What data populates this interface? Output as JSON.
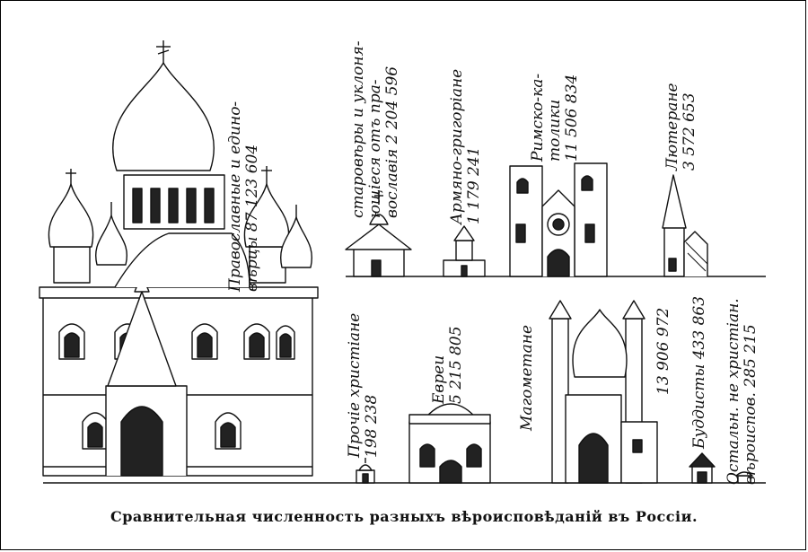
{
  "chart_data": {
    "type": "pictogram",
    "title": "Сравнительная численность разныхъ вѣроисповѣданій въ Россіи.",
    "unit": "persons",
    "series": [
      {
        "name": "Православные и единовѣрцы",
        "label": "Православные и едино-\nвѣрцы 87 123 604",
        "value": 87123604,
        "icon": "orthodox-cathedral"
      },
      {
        "name": "Старовѣры и уклоняющіеся отъ православія",
        "label": "старовѣры и уклоня-\nющіеся отъ пра-\nвославія 2 204 596",
        "value": 2204596,
        "icon": "old-believer-chapel"
      },
      {
        "name": "Армяно-григоріане",
        "label": "Армяно-григоріане\n1 179 241",
        "value": 1179241,
        "icon": "armenian-church"
      },
      {
        "name": "Римско-католики",
        "label": "Римско-ка-\nтолики\n11 506 834",
        "value": 11506834,
        "icon": "catholic-church"
      },
      {
        "name": "Лютеране",
        "label": "Лютеране\n3 572 653",
        "value": 3572653,
        "icon": "lutheran-church"
      },
      {
        "name": "Прочіе христіане",
        "label": "Прочіе христіане\n198 238",
        "value": 198238,
        "icon": "small-chapel"
      },
      {
        "name": "Евреи",
        "label": "Евреи\n5 215 805",
        "value": 5215805,
        "icon": "synagogue"
      },
      {
        "name": "Магометане",
        "label": "Магометане",
        "value": 13906972,
        "icon": "mosque"
      },
      {
        "name": "Магометане (число)",
        "label": "13 906 972",
        "value": 13906972,
        "icon": "none"
      },
      {
        "name": "Буддисты",
        "label": "Буддисты 433 863",
        "value": 433863,
        "icon": "buddhist-temple"
      },
      {
        "name": "Остальные нехристіанскія вѣроисповѣданія",
        "label": "Остальн. не христіан.\nвѣроиспов. 285 215",
        "value": 285215,
        "icon": "hut"
      }
    ]
  }
}
